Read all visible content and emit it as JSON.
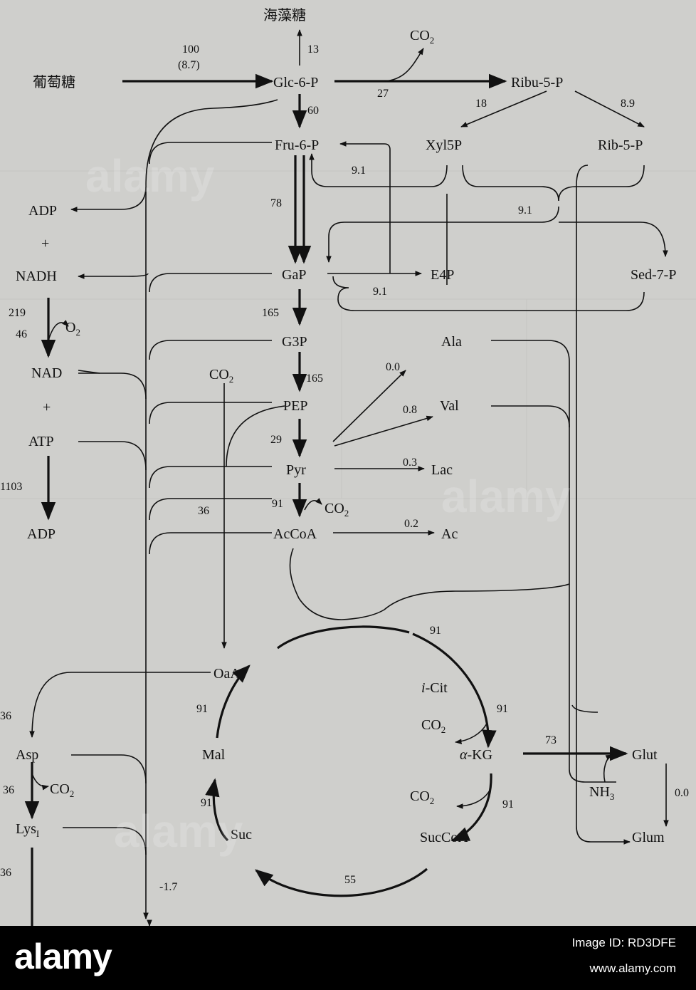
{
  "watermark": {
    "brand": "alamy",
    "image_code": "Image ID: RD3DFE",
    "url": "www.alamy.com"
  },
  "nodes": {
    "trehalose": "海藻糖",
    "glucose": "葡萄糖",
    "co2_ppp": "CO",
    "glc6p": "Glc-6-P",
    "ribu5p": "Ribu-5-P",
    "fru6p": "Fru-6-P",
    "xyl5p": "Xyl5P",
    "rib5p": "Rib-5-P",
    "adp_top": "ADP",
    "plus1": "+",
    "nadh": "NADH",
    "gap": "GaP",
    "e4p": "E4P",
    "sed7p": "Sed-7-P",
    "o2": "O",
    "nad": "NAD",
    "g3p": "G3P",
    "ala": "Ala",
    "plus2": "+",
    "co2_pep": "CO",
    "pep": "PEP",
    "val": "Val",
    "atp": "ATP",
    "pyr": "Pyr",
    "lac": "Lac",
    "co2_pyr": "CO",
    "adp_bottom": "ADP",
    "accoa": "AcCoA",
    "ac": "Ac",
    "oaa": "OaA",
    "icit_i": "i",
    "icit": "-Cit",
    "asp": "Asp",
    "mal": "Mal",
    "co2_icit": "CO",
    "co2_asp": "CO",
    "akg_a": "α",
    "akg": "-KG",
    "glut": "Glut",
    "nh3": "NH",
    "co2_akg": "CO",
    "lys": "Lys",
    "lys_sub": "I",
    "suc": "Suc",
    "succoa": "SucCoA",
    "glum": "Glum",
    "sub2": "2",
    "sub3": "3"
  },
  "fluxes": {
    "glucose_uptake": "100",
    "glucose_uptake_sd": "(8.7)",
    "trehalose": "13",
    "ppp_oxidative": "27",
    "ribu_to_xyl": "18",
    "ribu_to_rib": "8.9",
    "glc_to_fru": "60",
    "transketolase1": "9.1",
    "transaldolase": "9.1",
    "fru_to_gap": "78",
    "transketolase2": "9.1",
    "gap_to_g3p": "165",
    "nadh_flux": "219",
    "o2_flux": "46",
    "g3p_to_pep": "165",
    "ala": "0.0",
    "val": "0.8",
    "pep_to_pyr": "29",
    "lac": "0.3",
    "atp_flux": "1103",
    "pyr_dehydrogenase": "91",
    "anaplerotic": "36",
    "acetate": "0.2",
    "citrate_synthase": "91",
    "oaa_to_mal": "91",
    "icit_to_akg": "91",
    "asp": "36",
    "glut": "73",
    "asp_to_lys": "36",
    "mal_to_suc": "91",
    "akg_to_succoa": "91",
    "glum": "0.0",
    "lys_out": "36",
    "biomass": "-1.7",
    "succoa_to_suc": "55"
  }
}
